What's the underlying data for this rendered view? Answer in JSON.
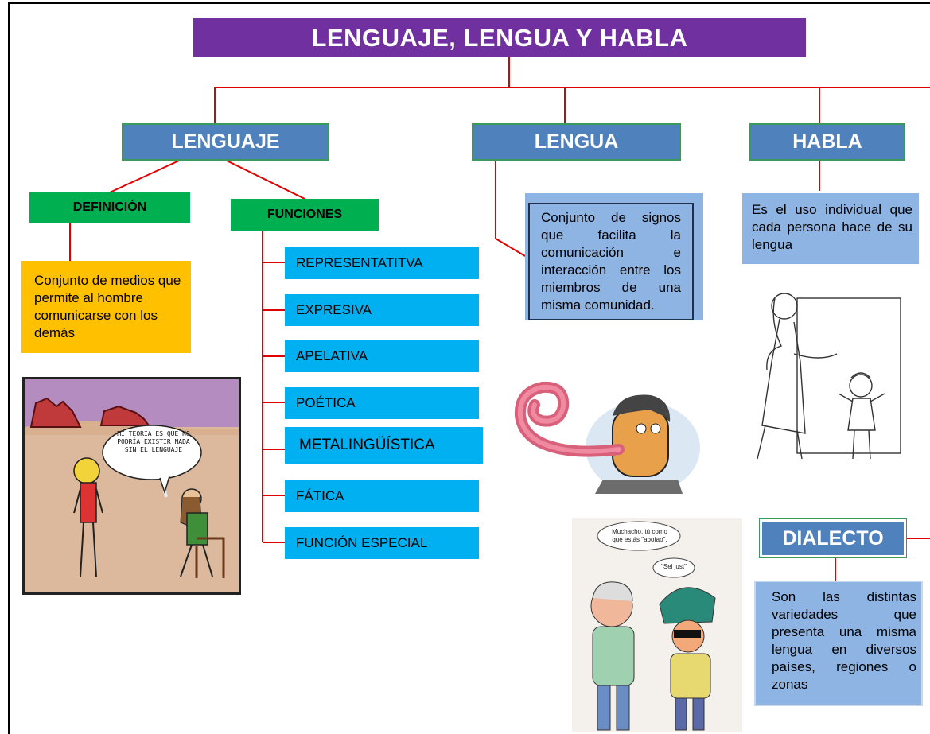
{
  "title": "LENGUAJE, LENGUA Y HABLA",
  "lenguaje": {
    "label": "LENGUAJE",
    "definicion": {
      "label": "DEFINICIÓN",
      "text": "Conjunto de medios que permite al hombre comunicarse con los demás"
    },
    "funciones": {
      "label": "FUNCIONES",
      "items": [
        "REPRESENTATITVA",
        "EXPRESIVA",
        "APELATIVA",
        "POÉTICA",
        "METALINGÜÍSTICA",
        "FÁTICA",
        "FUNCIÓN ESPECIAL"
      ]
    },
    "comic_text": "MI TEORÍA ES QUE NO PODRÍA EXISTIR NADA SIN EL LENGUAJE"
  },
  "lengua": {
    "label": "LENGUA",
    "text": "Conjunto de signos que facilita la comunicación e interacción entre los miembros de una misma comunidad."
  },
  "habla": {
    "label": "HABLA",
    "text": "Es el uso individual que cada persona hace de su lengua"
  },
  "dialecto": {
    "label": "DIALECTO",
    "text": "Son las distintas variedades que presenta una misma lengua en diversos países, regiones o zonas",
    "bubble1": "Muchacho, tú como que estás \"abofao\".",
    "bubble2": "\"Sei just\""
  },
  "colors": {
    "title_bg": "#7030a0",
    "category_bg": "#4f81bd",
    "green": "#00b050",
    "function_bg": "#00b0f0",
    "definition_bg": "#ffc000",
    "description_bg": "#8eb4e3",
    "connector": "#e00000"
  }
}
